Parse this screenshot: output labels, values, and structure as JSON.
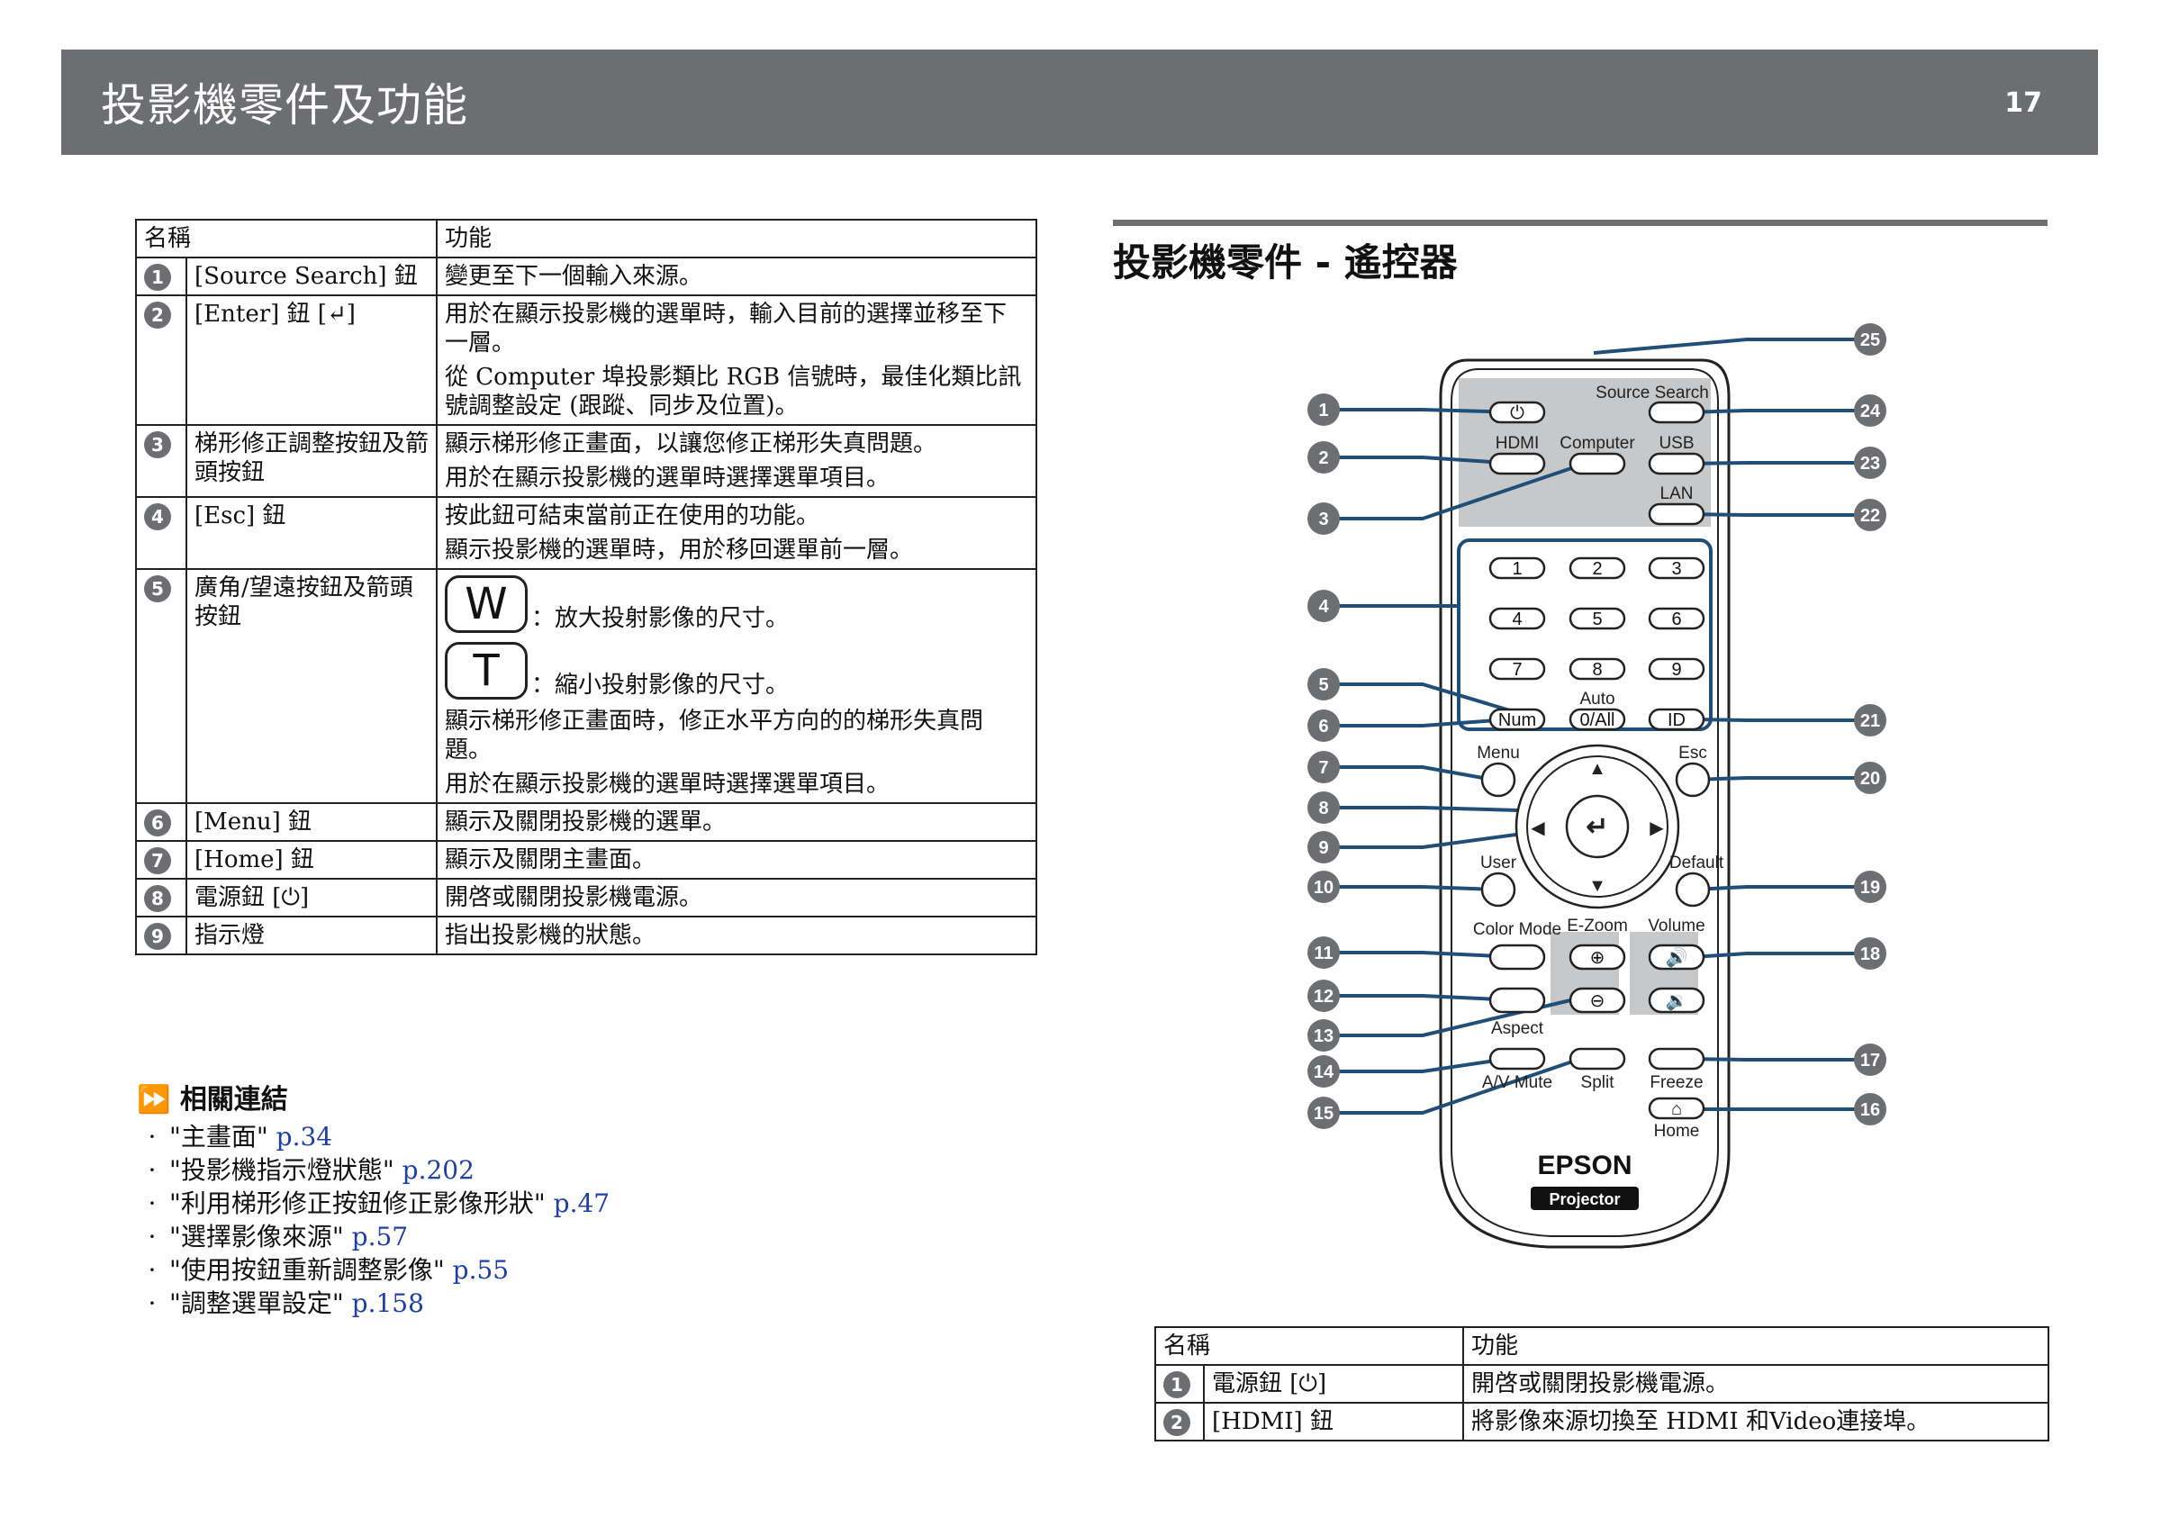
{
  "header": {
    "title": "投影機零件及功能",
    "page_number": "17"
  },
  "left_table": {
    "col_name": "名稱",
    "col_function": "功能",
    "rows": [
      {
        "num": "1",
        "name": "[Source Search] 鈕",
        "func": [
          "變更至下一個輸入來源。"
        ]
      },
      {
        "num": "2",
        "name": "[Enter] 鈕 [↵]",
        "func": [
          "用於在顯示投影機的選單時，輸入目前的選擇並移至下一層。",
          "從 Computer 埠投影類比 RGB 信號時，最佳化類比訊號調整設定 (跟蹤、同步及位置)。"
        ]
      },
      {
        "num": "3",
        "name": "梯形修正調整按鈕及箭頭按鈕",
        "func": [
          "顯示梯形修正畫面，以讓您修正梯形失真問題。",
          "用於在顯示投影機的選單時選擇選單項目。"
        ]
      },
      {
        "num": "4",
        "name": "[Esc] 鈕",
        "func": [
          "按此鈕可結束當前正在使用的功能。",
          "顯示投影機的選單時，用於移回選單前一層。"
        ]
      },
      {
        "num": "5",
        "name": "廣角/望遠按鈕及箭頭按鈕",
        "w_key": "W",
        "w_text": "：放大投射影像的尺寸。",
        "t_key": "T",
        "t_text": "：縮小投射影像的尺寸。",
        "func": [
          "顯示梯形修正畫面時，修正水平方向的的梯形失真問題。",
          "用於在顯示投影機的選單時選擇選單項目。"
        ]
      },
      {
        "num": "6",
        "name": "[Menu] 鈕",
        "func": [
          "顯示及關閉投影機的選單。"
        ]
      },
      {
        "num": "7",
        "name": "[Home] 鈕",
        "func": [
          "顯示及關閉主畫面。"
        ]
      },
      {
        "num": "8",
        "name": "電源鈕 [",
        "name_suffix": "]",
        "func": [
          "開啓或關閉投影機電源。"
        ]
      },
      {
        "num": "9",
        "name": "指示燈",
        "func": [
          "指出投影機的狀態。"
        ]
      }
    ]
  },
  "related": {
    "title": "相關連結",
    "items": [
      {
        "text": "\"主畫面\"",
        "page": "p.34"
      },
      {
        "text": "\"投影機指示燈狀態\"",
        "page": "p.202"
      },
      {
        "text": "\"利用梯形修正按鈕修正影像形狀\"",
        "page": "p.47"
      },
      {
        "text": "\"選擇影像來源\"",
        "page": "p.57"
      },
      {
        "text": "\"使用按鈕重新調整影像\"",
        "page": "p.55"
      },
      {
        "text": "\"調整選單設定\"",
        "page": "p.158"
      }
    ]
  },
  "remote_section": {
    "title": "投影機零件 - 遙控器",
    "labels": {
      "source_search": "Source Search",
      "hdmi": "HDMI",
      "computer": "Computer",
      "usb": "USB",
      "lan": "LAN",
      "k1": "1",
      "k2": "2",
      "k3": "3",
      "k4": "4",
      "k5": "5",
      "k6": "6",
      "k7": "7",
      "k8": "8",
      "k9": "9",
      "auto": "Auto",
      "zero_all": "0/All",
      "num": "Num",
      "id": "ID",
      "menu": "Menu",
      "esc": "Esc",
      "user": "User",
      "default": "Default",
      "color_mode": "Color Mode",
      "ezoom": "E-Zoom",
      "volume": "Volume",
      "aspect": "Aspect",
      "av_mute": "A/V Mute",
      "split": "Split",
      "freeze": "Freeze",
      "home": "Home",
      "brand": "EPSON",
      "projector": "Projector"
    },
    "callouts": [
      "1",
      "2",
      "3",
      "4",
      "5",
      "6",
      "7",
      "8",
      "9",
      "10",
      "11",
      "12",
      "13",
      "14",
      "15",
      "16",
      "17",
      "18",
      "19",
      "20",
      "21",
      "22",
      "23",
      "24",
      "25"
    ]
  },
  "right_table": {
    "col_name": "名稱",
    "col_function": "功能",
    "rows": [
      {
        "num": "1",
        "name": "電源鈕 [",
        "name_suffix": "]",
        "func": "開啓或關閉投影機電源。"
      },
      {
        "num": "2",
        "name": "[HDMI] 鈕",
        "func": "將影像來源切換至 HDMI 和Video連接埠。"
      }
    ]
  },
  "colors": {
    "header_bg": "#6d6e71",
    "link": "#1f3fa8",
    "remote_blue": "#1f4e79"
  }
}
